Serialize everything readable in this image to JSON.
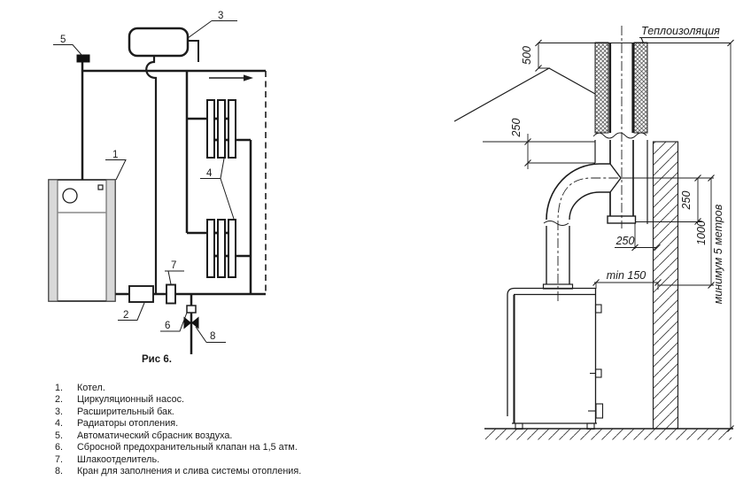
{
  "figure": {
    "caption": "Рис 6.",
    "legend": [
      {
        "num": "1.",
        "text": "Котел."
      },
      {
        "num": "2.",
        "text": "Циркуляционный насос."
      },
      {
        "num": "3.",
        "text": "Расширительный бак."
      },
      {
        "num": "4.",
        "text": "Радиаторы отопления."
      },
      {
        "num": "5.",
        "text": "Автоматический сбрасник воздуха."
      },
      {
        "num": "6.",
        "text": "Сбросной предохранительный клапан на 1,5 атм."
      },
      {
        "num": "7.",
        "text": "Шлакоотделитель."
      },
      {
        "num": "8.",
        "text": "Кран для заполнения и слива системы отопления."
      }
    ]
  },
  "schematic_labels": {
    "boiler": "1",
    "pump": "2",
    "expansion_tank": "3",
    "radiators": "4",
    "air_vent": "5",
    "relief_valve": "6",
    "separator": "7",
    "drain_valve": "8"
  },
  "installation": {
    "insulation_label": "Теплоизоляция",
    "dim_500": "500",
    "dim_250_ceiling": "250",
    "dim_250_below_tee": "250",
    "dim_250_to_wall": "250",
    "dim_1000": "1000",
    "dim_min_150": "min 150",
    "dim_min_height": "минимум 5 метров"
  },
  "colors": {
    "line": "#1c1c1c",
    "boiler_band": "#d9d9d9",
    "background": "#ffffff"
  }
}
